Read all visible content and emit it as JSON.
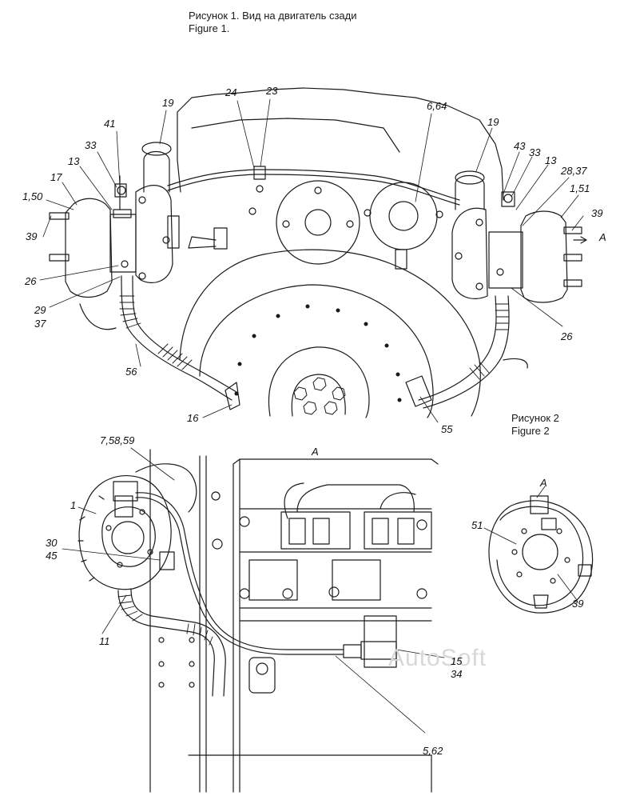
{
  "figure1": {
    "caption_ru": "Рисунок 1. Вид на двигатель сзади",
    "caption_en": "Figure 1."
  },
  "figure2": {
    "caption_ru": "Рисунок 2",
    "caption_en": "Figure 2"
  },
  "view_label": "А",
  "watermark": "AutoSoft",
  "callouts": {
    "c24": "24",
    "c23": "23",
    "c19_left": "19",
    "c41": "41",
    "c33_left": "33",
    "c13_left": "13",
    "c17": "17",
    "c1_50": "1,50",
    "c39_left": "39",
    "c26_left": "26",
    "c29": "29",
    "c37": "37",
    "c56": "56",
    "c16": "16",
    "c6_64": "6,64",
    "c19_right": "19",
    "c43": "43",
    "c33_right": "33",
    "c13_right": "13",
    "c28_37": "28,37",
    "c1_51": "1,51",
    "c39_right": "39",
    "arrow_a": "А",
    "c26_right": "26",
    "c55": "55",
    "c7_58_59": "7,58,59",
    "c1": "1",
    "c30": "30",
    "c45": "45",
    "c11": "11",
    "c15": "15",
    "c34": "34",
    "c5_62": "5,62",
    "fig2_a": "А",
    "c51": "51",
    "c39_fig2": "39"
  }
}
